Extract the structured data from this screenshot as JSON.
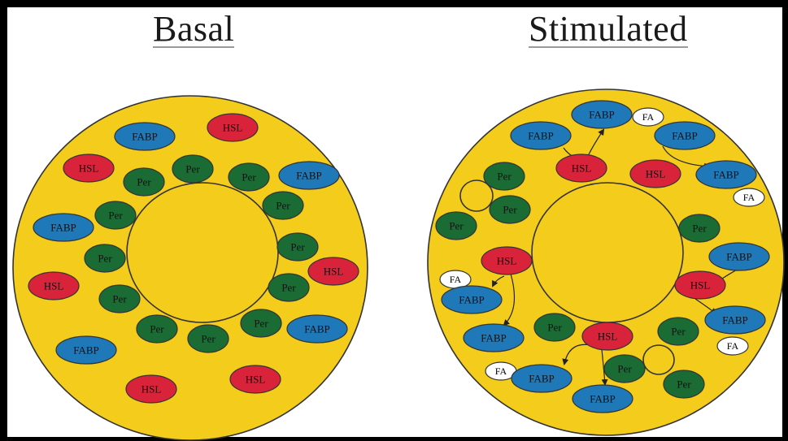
{
  "titles": {
    "basal": "Basal",
    "stimulated": "Stimulated"
  },
  "labels": {
    "fabp": "FABP",
    "hsl": "HSL",
    "per": "Per",
    "fa": "FA"
  },
  "colors": {
    "cell_fill": "#f4cc1b",
    "outline": "#333333",
    "fabp": "#1f78b8",
    "hsl": "#d9233b",
    "per": "#1a6b34",
    "fa": "#ffffff",
    "fabp_text": "#111111",
    "hsl_text": "#111111",
    "per_text": "#111111"
  }
}
